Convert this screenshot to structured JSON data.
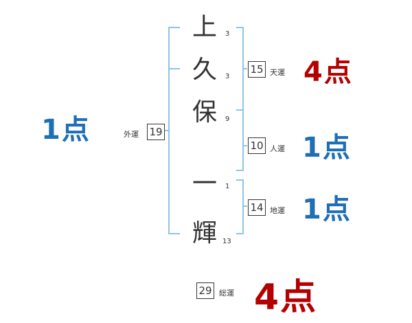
{
  "colors": {
    "bracket": "#8cc6e3",
    "good": "#b40000",
    "neutral": "#1e6fb5",
    "text": "#333333"
  },
  "name": {
    "chars": [
      {
        "char": "上",
        "strokes": "3"
      },
      {
        "char": "久",
        "strokes": "3"
      },
      {
        "char": "保",
        "strokes": "9"
      },
      {
        "char": "一",
        "strokes": "1"
      },
      {
        "char": "輝",
        "strokes": "13"
      }
    ]
  },
  "gaiun": {
    "label": "外運",
    "value": "19",
    "score": "1点"
  },
  "tenun": {
    "label": "天運",
    "value": "15",
    "score": "4点"
  },
  "jinun": {
    "label": "人運",
    "value": "10",
    "score": "1点"
  },
  "chiun": {
    "label": "地運",
    "value": "14",
    "score": "1点"
  },
  "soun": {
    "label": "総運",
    "value": "29",
    "score": "4点"
  }
}
